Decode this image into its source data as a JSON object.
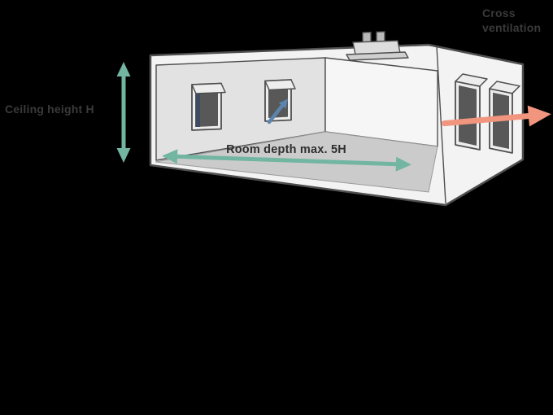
{
  "diagram": {
    "labels": {
      "ceiling_height": "Ceiling height H",
      "room_depth": "Room depth max. 5H",
      "cross_ventilation": "Cross ventilation"
    },
    "colors": {
      "background": "#000000",
      "teal": "#72B5A1",
      "salmon": "#F2957F",
      "blue": "#5B84AE",
      "navy": "#3C4A63",
      "silhouette": "#F3F3F3",
      "wall_back": "#E2E2E2",
      "wall_side": "#F6F6F6",
      "floor": "#CBCBCB",
      "window_dark": "#585858",
      "flap_light": "#EDEDED",
      "unit_gray": "#CFCFCF",
      "stack_gray": "#B9B9B9",
      "outline": "#4F4F4F",
      "label_floor": "#2F2F2F",
      "label_outside": "#3A3A3A"
    }
  }
}
